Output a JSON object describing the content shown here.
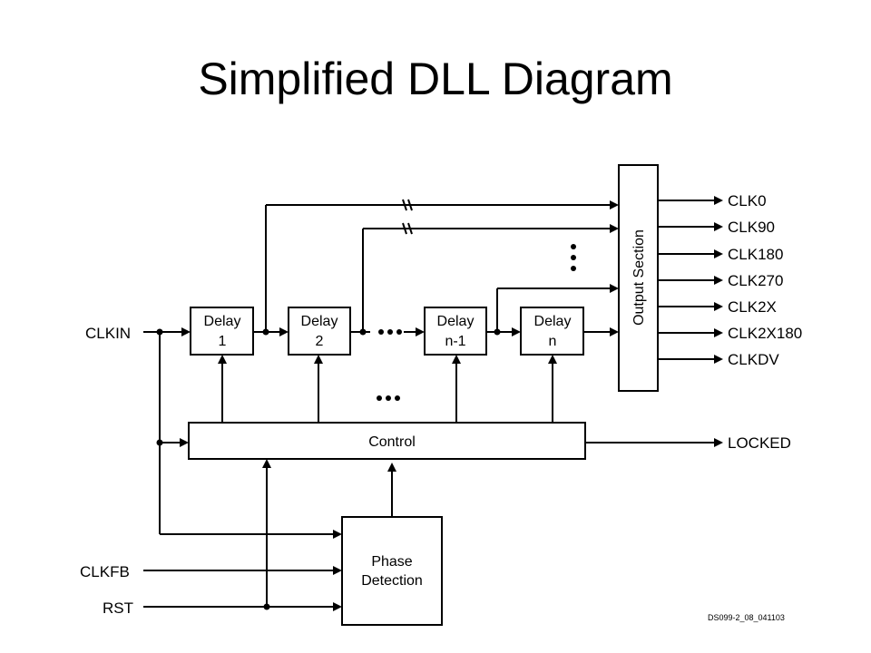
{
  "title": "Simplified DLL Diagram",
  "diagram": {
    "inputs": {
      "clkin": "CLKIN",
      "clkfb": "CLKFB",
      "rst": "RST"
    },
    "delays": [
      {
        "line1": "Delay",
        "line2": "1"
      },
      {
        "line1": "Delay",
        "line2": "2"
      },
      {
        "line1": "Delay",
        "line2": "n-1"
      },
      {
        "line1": "Delay",
        "line2": "n"
      }
    ],
    "control": "Control",
    "phase_detection": {
      "line1": "Phase",
      "line2": "Detection"
    },
    "output_section": "Output Section",
    "outputs": [
      "CLK0",
      "CLK90",
      "CLK180",
      "CLK270",
      "CLK2X",
      "CLK2X180",
      "CLKDV"
    ],
    "locked": "LOCKED",
    "reference": "DS099-2_08_041103"
  }
}
